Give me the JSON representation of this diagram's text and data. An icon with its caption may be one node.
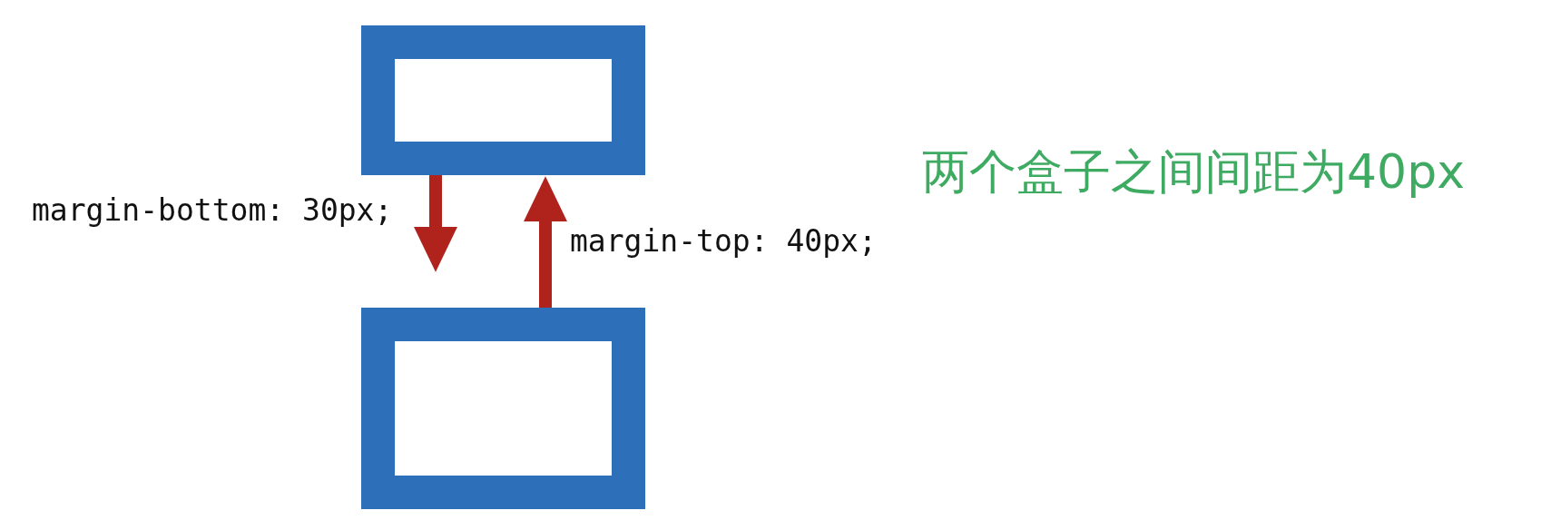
{
  "diagram": {
    "nodes": [
      {
        "text": [],
        "shape": "box"
      },
      {
        "text": [],
        "shape": "box"
      }
    ],
    "edges": [
      {
        "from": 0,
        "to": 1,
        "arrow": "to",
        "label": "margin-bottom: 30px;"
      },
      {
        "from": 1,
        "to": 0,
        "arrow": "to",
        "label": "margin-top: 40px;"
      }
    ],
    "labels": [
      "两个盒子之间间距为40px"
    ]
  }
}
